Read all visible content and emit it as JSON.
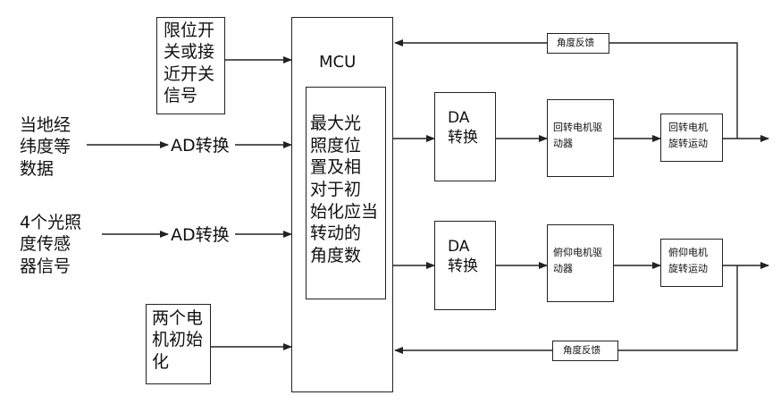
{
  "inputs": {
    "limit_switch": "限位开\n关或接\n近开关\n信号",
    "local_data": "当地经\n纬度等\n数据",
    "light_sensors": "4个光照\n度传感\n器信号",
    "motor_init": "两个电\n机初始\n化"
  },
  "converters": {
    "ad_top": "AD转换",
    "ad_bottom": "AD转换"
  },
  "mcu": {
    "title": "MCU",
    "inner": "最大光\n照度位\n置及相\n对于初\n始化应当\n转动的\n角度数"
  },
  "upper_chain": {
    "da": "DA\n转换",
    "driver": "回转电机驱\n动器",
    "motor": "回转电机\n旋转运动",
    "feedback": "角度反馈"
  },
  "lower_chain": {
    "da": "DA\n转换",
    "driver": "俯仰电机驱\n动器",
    "motor": "俯仰电机\n旋转运动",
    "feedback": "角度反馈"
  }
}
